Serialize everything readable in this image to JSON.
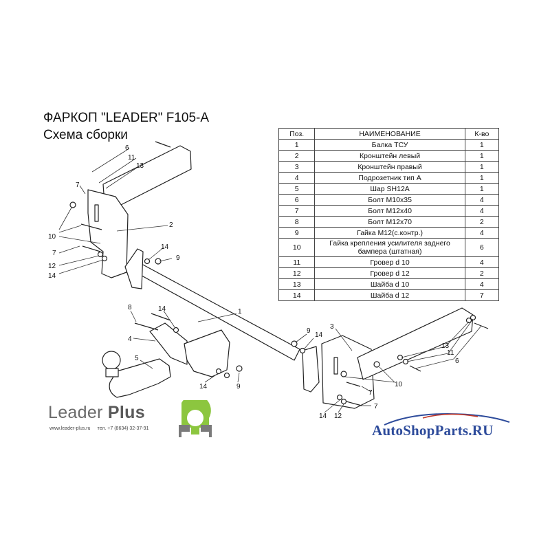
{
  "header": {
    "title": "ФАРКОП \"LEADER\" F105-A",
    "subtitle": "Схема сборки"
  },
  "parts_table": {
    "headers": [
      "Поз.",
      "НАИМЕНОВАНИЕ",
      "К-во"
    ],
    "rows": [
      {
        "pos": "1",
        "name": "Балка ТСУ",
        "qty": "1"
      },
      {
        "pos": "2",
        "name": "Кронштейн левый",
        "qty": "1"
      },
      {
        "pos": "3",
        "name": "Кронштейн правый",
        "qty": "1"
      },
      {
        "pos": "4",
        "name": "Подрозетник тип А",
        "qty": "1"
      },
      {
        "pos": "5",
        "name": "Шар SH12A",
        "qty": "1"
      },
      {
        "pos": "6",
        "name": "Болт М10х35",
        "qty": "4"
      },
      {
        "pos": "7",
        "name": "Болт М12х40",
        "qty": "4"
      },
      {
        "pos": "8",
        "name": "Болт М12х70",
        "qty": "2"
      },
      {
        "pos": "9",
        "name": "Гайка М12(с.контр.)",
        "qty": "4"
      },
      {
        "pos": "10",
        "name": "Гайка крепления усилителя заднего бампера (штатная)",
        "qty": "6"
      },
      {
        "pos": "11",
        "name": "Гровер d 10",
        "qty": "4"
      },
      {
        "pos": "12",
        "name": "Гровер d 12",
        "qty": "2"
      },
      {
        "pos": "13",
        "name": "Шайба d 10",
        "qty": "4"
      },
      {
        "pos": "14",
        "name": "Шайба d 12",
        "qty": "7"
      }
    ]
  },
  "callouts": {
    "c1": "1",
    "c2": "2",
    "c3": "3",
    "c4": "4",
    "c5": "5",
    "c6_left": "6",
    "c6_right": "6",
    "c7_left_top": "7",
    "c7_left_bottom": "7",
    "c7_right_a": "7",
    "c7_right_b": "7",
    "c8": "8",
    "c9_mid": "9",
    "c9_low": "9",
    "c9_right": "9",
    "c10_left": "10",
    "c10_right": "10",
    "c11_left": "11",
    "c11_right": "11",
    "c12_left": "12",
    "c12_right": "12",
    "c13_left": "13",
    "c13_right": "13",
    "c14_left": "14",
    "c14_mid": "14",
    "c14_ball": "14",
    "c14_low": "14",
    "c14_right_top": "14",
    "c14_right_bottom": "14"
  },
  "brand": {
    "name_regular": "Leader",
    "name_bold": "Plus",
    "website": "www.leader-plus.ru",
    "phone": "тел. +7 (8634) 32-37-91"
  },
  "watermark": {
    "text": "AutoShopParts.RU",
    "color": "#2d4b9b"
  },
  "colors": {
    "logo_green": "#8cc63f",
    "logo_grey": "#7a7a7a",
    "table_border": "#444444"
  }
}
